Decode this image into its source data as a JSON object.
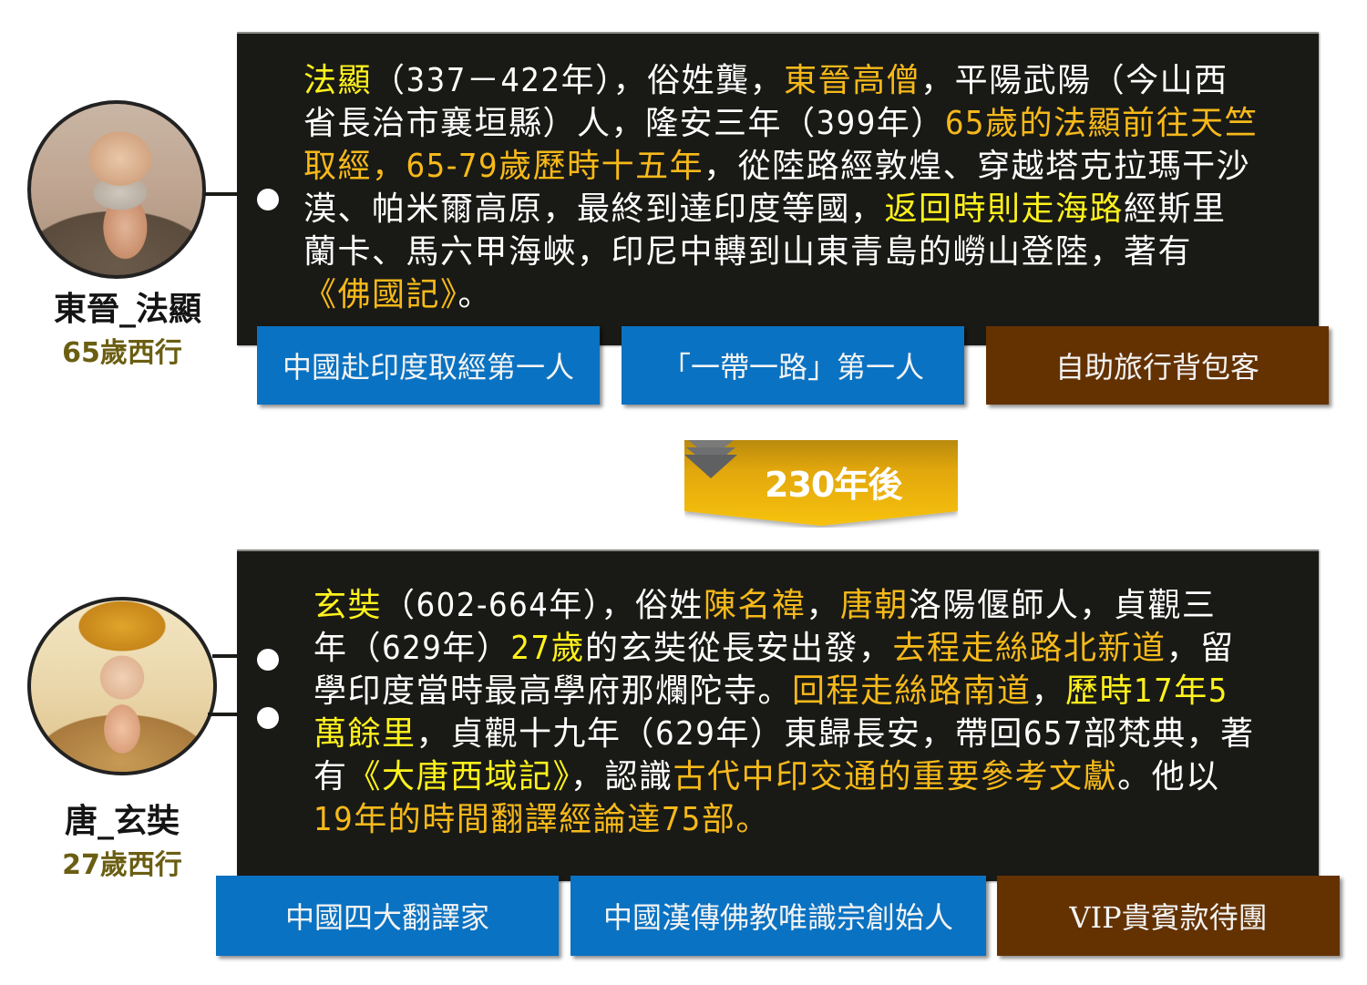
{
  "colors": {
    "panel_bg": "#191a16",
    "highlight_yellow": "#fff21c",
    "highlight_orange": "#f7b91a",
    "tag_blue": "#0a72c2",
    "tag_brown": "#643200",
    "age_label": "#6b5e12",
    "banner_gold": "#f2b80a"
  },
  "faxian": {
    "name": "東晉_法顯",
    "age_label": "65歲西行",
    "lines": [
      [
        {
          "t": "法顯",
          "c": "y"
        },
        {
          "t": "（337－422年），俗姓龔，",
          "c": "w"
        },
        {
          "t": "東晉高僧",
          "c": "o"
        },
        {
          "t": "，平陽武陽（今山西",
          "c": "w"
        }
      ],
      [
        {
          "t": "省長治市襄垣縣）人，隆安三年（399年）",
          "c": "w"
        },
        {
          "t": "65歲的法顯前往天竺",
          "c": "o"
        }
      ],
      [
        {
          "t": "取經，65-79歲歷時十五年",
          "c": "o"
        },
        {
          "t": "，從陸路經敦煌、穿越塔克拉瑪干沙",
          "c": "w"
        }
      ],
      [
        {
          "t": "漠、帕米爾高原，最終到達印度等國，",
          "c": "w"
        },
        {
          "t": "返回時則走海路",
          "c": "y"
        },
        {
          "t": "經斯里",
          "c": "w"
        }
      ],
      [
        {
          "t": "蘭卡、馬六甲海峽，印尼中轉到山東青島的嶗山登陸，著有",
          "c": "w"
        }
      ],
      [
        {
          "t": "《佛國記》",
          "c": "o"
        },
        {
          "t": "。",
          "c": "w"
        }
      ]
    ],
    "tags": [
      {
        "label": "中國赴印度取經第一人",
        "style": "blue"
      },
      {
        "label": "「一帶一路」第一人",
        "style": "blue"
      },
      {
        "label": "自助旅行背包客",
        "style": "brown"
      }
    ]
  },
  "divider": {
    "label": "230年後",
    "icon": "triple-chevron-down-icon"
  },
  "xuanzang": {
    "name": "唐_玄奘",
    "age_label": "27歲西行",
    "lines": [
      [
        {
          "t": "玄奘",
          "c": "y"
        },
        {
          "t": "（602-664年），俗姓",
          "c": "w"
        },
        {
          "t": "陳名禕",
          "c": "o"
        },
        {
          "t": "，",
          "c": "w"
        },
        {
          "t": "唐朝",
          "c": "o"
        },
        {
          "t": "洛陽偃師人，貞觀三",
          "c": "w"
        }
      ],
      [
        {
          "t": "年（629年）",
          "c": "w"
        },
        {
          "t": "27歲",
          "c": "y"
        },
        {
          "t": "的玄奘從長安出發，",
          "c": "w"
        },
        {
          "t": "去程走絲路北新道",
          "c": "o"
        },
        {
          "t": "，留",
          "c": "w"
        }
      ],
      [
        {
          "t": "學印度當時最高學府那爛陀寺。",
          "c": "w"
        },
        {
          "t": "回程走絲路南道",
          "c": "o"
        },
        {
          "t": "，",
          "c": "w"
        },
        {
          "t": "歷時17年5",
          "c": "y"
        }
      ],
      [
        {
          "t": "萬餘里",
          "c": "y"
        },
        {
          "t": "，貞觀十九年（629年）東歸長安，帶回657部梵典，著",
          "c": "w"
        }
      ],
      [
        {
          "t": "有",
          "c": "w"
        },
        {
          "t": "《大唐西域記》",
          "c": "y"
        },
        {
          "t": "，認識",
          "c": "w"
        },
        {
          "t": "古代中印交通的重要參考文獻",
          "c": "o"
        },
        {
          "t": "。他以",
          "c": "w"
        }
      ],
      [
        {
          "t": "19年的時間翻譯經論達75部。",
          "c": "o"
        }
      ]
    ],
    "tags": [
      {
        "label": "中國四大翻譯家",
        "style": "blue"
      },
      {
        "label": "中國漢傳佛教唯識宗創始人",
        "style": "blue"
      },
      {
        "label": "VIP貴賓款待團",
        "style": "brown"
      }
    ]
  }
}
